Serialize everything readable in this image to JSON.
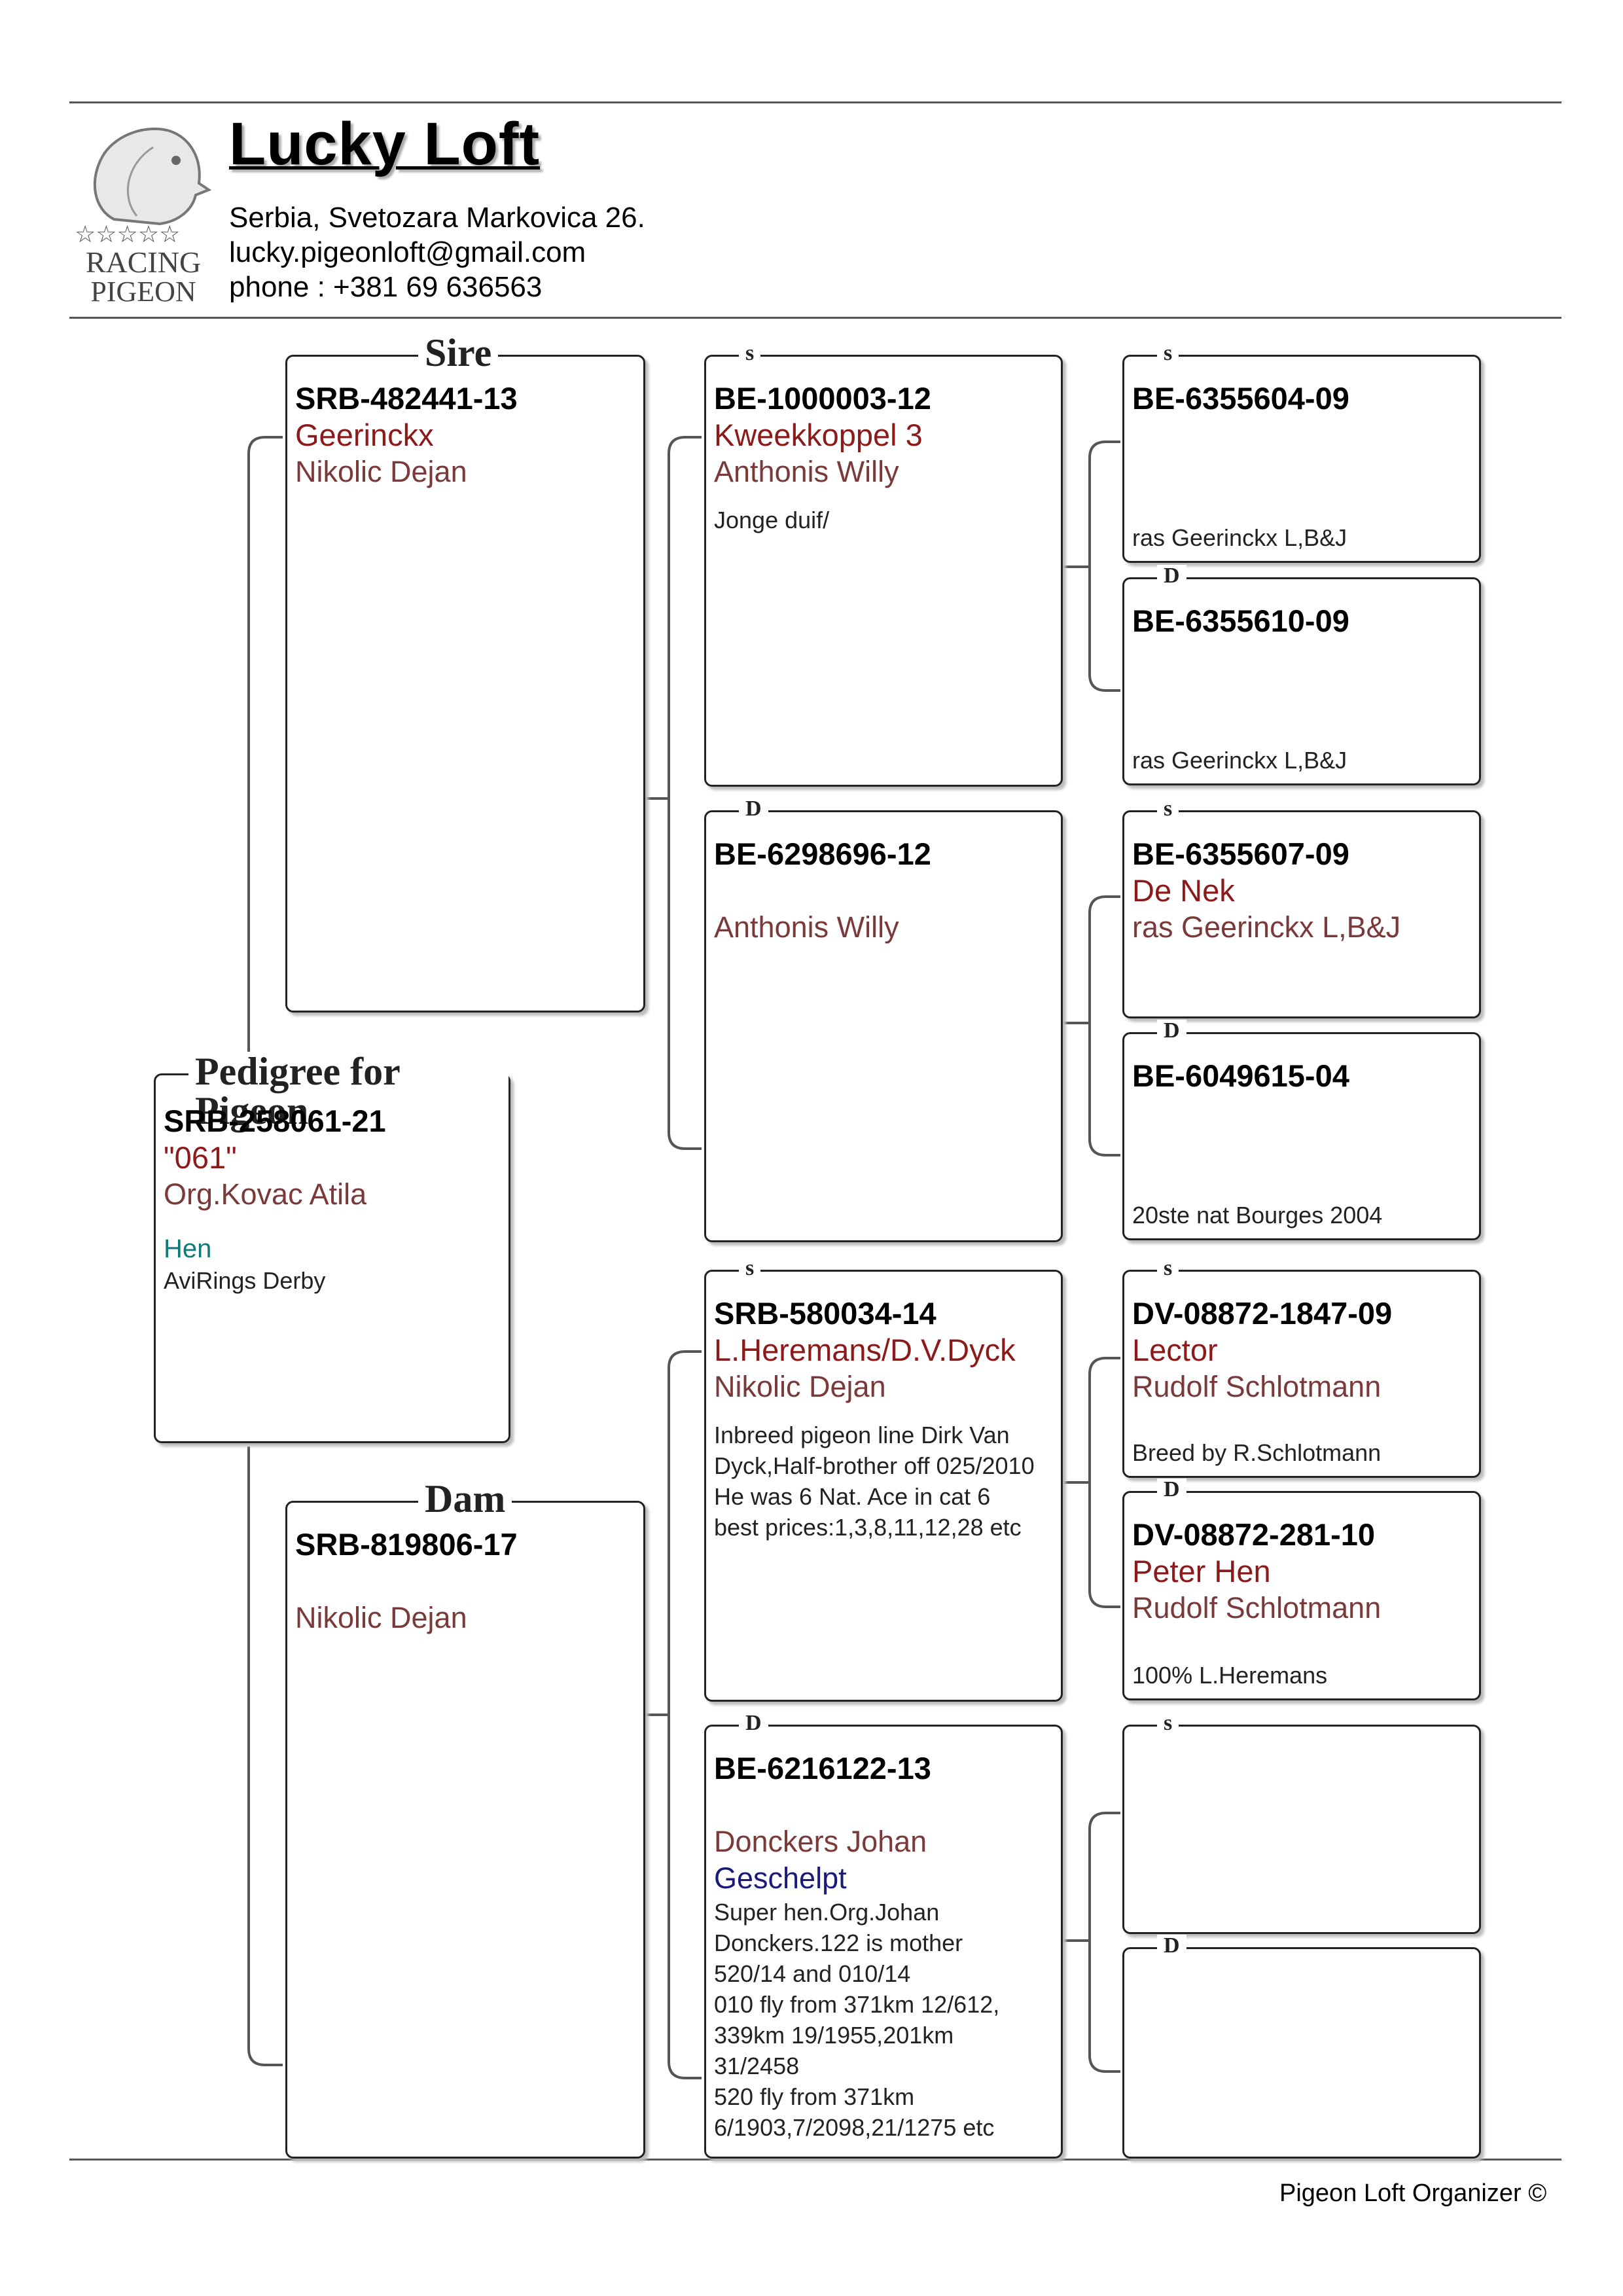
{
  "header": {
    "loft_name": "Lucky Loft",
    "address": "Serbia, Svetozara Markovica 26.",
    "email": "lucky.pigeonloft@gmail.com",
    "phone": "phone : +381 69 636563",
    "logo_text_1": "RACING",
    "logo_text_2": "PIGEON"
  },
  "labels": {
    "pedigree": "Pedigree for Pigeon",
    "sire": "Sire",
    "dam": "Dam",
    "s": "s",
    "d": "D"
  },
  "subject": {
    "ring": "SRB-258061-21",
    "name": "\"061\"",
    "breeder": "Org.Kovac Atila",
    "sex": "Hen",
    "rings": "AviRings Derby"
  },
  "sire": {
    "ring": "SRB-482441-13",
    "name": "Geerinckx",
    "breeder": "Nikolic Dejan"
  },
  "dam": {
    "ring": "SRB-819806-17",
    "breeder": "Nikolic Dejan"
  },
  "ss": {
    "ring": "BE-1000003-12",
    "name": "Kweekkoppel 3",
    "breeder": "Anthonis Willy",
    "note": "Jonge duif/"
  },
  "sd": {
    "ring": "BE-6298696-12",
    "breeder": "Anthonis Willy"
  },
  "ds": {
    "ring": "SRB-580034-14",
    "name": "L.Heremans/D.V.Dyck",
    "breeder": "Nikolic Dejan",
    "notes": [
      "Inbreed pigeon  line Dirk Van",
      "Dyck,Half-brother off 025/2010",
      "He was 6 Nat. Ace in cat 6",
      "best prices:1,3,8,11,12,28 etc"
    ]
  },
  "dd": {
    "ring": "BE-6216122-13",
    "breeder": "Donckers Johan",
    "color": "Geschelpt",
    "notes": [
      "Super hen.Org.Johan",
      "Donckers.122 is mother",
      "520/14 and 010/14",
      "010 fly from 371km 12/612,",
      "339km 19/1955,201km",
      "31/2458",
      "520 fly from 371km",
      "6/1903,7/2098,21/1275 etc"
    ]
  },
  "sss": {
    "ring": "BE-6355604-09",
    "note": "ras Geerinckx L,B&J"
  },
  "ssd": {
    "ring": "BE-6355610-09",
    "note": "ras Geerinckx L,B&J"
  },
  "sds": {
    "ring": "BE-6355607-09",
    "name": "De Nek",
    "breeder": "ras Geerinckx L,B&J"
  },
  "sdd": {
    "ring": "BE-6049615-04",
    "note": "20ste nat Bourges 2004"
  },
  "dss": {
    "ring": "DV-08872-1847-09",
    "name": "Lector",
    "breeder": "Rudolf Schlotmann",
    "note": "Breed by R.Schlotmann"
  },
  "dsd": {
    "ring": "DV-08872-281-10",
    "name": "Peter Hen",
    "breeder": "Rudolf Schlotmann",
    "note": "100% L.Heremans"
  },
  "footer": {
    "credit": "Pigeon Loft Organizer ©"
  }
}
